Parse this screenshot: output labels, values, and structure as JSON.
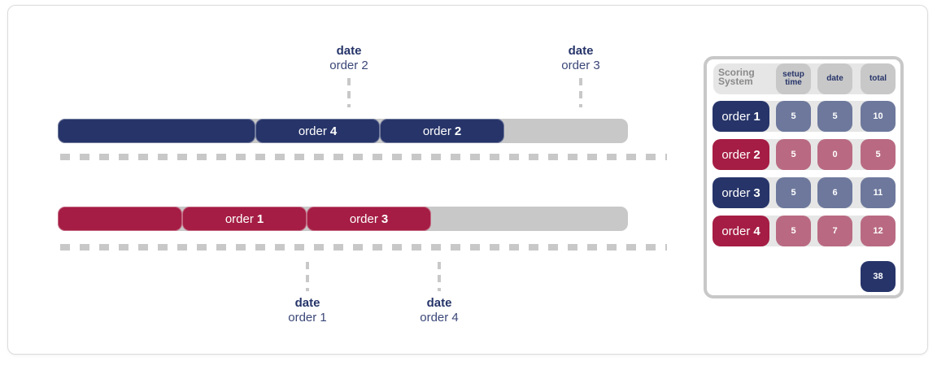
{
  "timeline": {
    "row1": {
      "segments": [
        {
          "word": "",
          "num": "",
          "color": "#263469"
        },
        {
          "word": "order",
          "num": "4",
          "color": "#263469"
        },
        {
          "word": "order",
          "num": "2",
          "color": "#263469"
        }
      ],
      "labels": [
        {
          "date": "date",
          "order": "order 2"
        },
        {
          "date": "date",
          "order": "order 3"
        }
      ]
    },
    "row2": {
      "segments": [
        {
          "word": "",
          "num": "",
          "color": "#a51d44"
        },
        {
          "word": "order",
          "num": "1",
          "color": "#a51d44"
        },
        {
          "word": "order",
          "num": "3",
          "color": "#a51d44"
        }
      ],
      "labels": [
        {
          "date": "date",
          "order": "order 1"
        },
        {
          "date": "date",
          "order": "order 4"
        }
      ]
    }
  },
  "scoring": {
    "title": "Scoring System",
    "headers": [
      "setup time",
      "date",
      "total"
    ],
    "rows": [
      {
        "word": "order",
        "num": "1",
        "setup": "5",
        "date": "5",
        "total": "10",
        "color": "navy"
      },
      {
        "word": "order",
        "num": "2",
        "setup": "5",
        "date": "0",
        "total": "5",
        "color": "crimson"
      },
      {
        "word": "order",
        "num": "3",
        "setup": "5",
        "date": "6",
        "total": "11",
        "color": "navy"
      },
      {
        "word": "order",
        "num": "4",
        "setup": "5",
        "date": "7",
        "total": "12",
        "color": "crimson"
      }
    ],
    "grand_total": "38"
  },
  "colors": {
    "navy": "#263469",
    "crimson": "#a51d44",
    "gray": "#c8c8c8"
  }
}
